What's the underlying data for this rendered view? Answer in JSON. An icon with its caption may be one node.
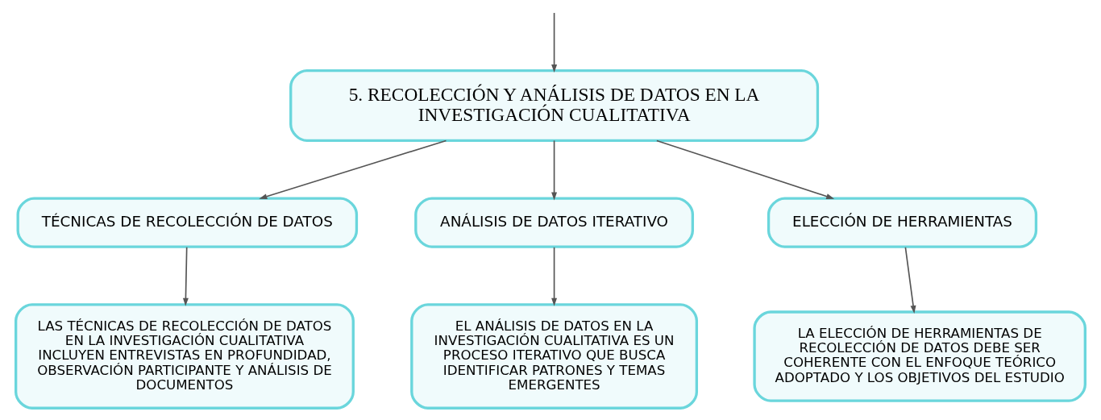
{
  "diagram": {
    "nodes": [
      {
        "text": [
          "5. RECOLECCIÓN Y ANÁLISIS DE DATOS EN LA INVESTIGACIÓN CUALITATIVA"
        ]
      },
      {
        "text": [
          "TÉCNICAS DE RECOLECCIÓN DE DATOS"
        ]
      },
      {
        "text": [
          "ANÁLISIS DE DATOS ITERATIVO"
        ]
      },
      {
        "text": [
          "ELECCIÓN DE HERRAMIENTAS"
        ]
      },
      {
        "text": [
          "LAS TÉCNICAS DE RECOLECCIÓN DE DATOS EN LA INVESTIGACIÓN CUALITATIVA INCLUYEN ENTREVISTAS EN PROFUNDIDAD, OBSERVACIÓN PARTICIPANTE Y ANÁLISIS DE DOCUMENTOS"
        ]
      },
      {
        "text": [
          "EL ANÁLISIS DE DATOS EN LA INVESTIGACIÓN CUALITATIVA ES UN PROCESO ITERATIVO QUE BUSCA IDENTIFICAR PATRONES Y TEMAS EMERGENTES"
        ]
      },
      {
        "text": [
          "LA ELECCIÓN DE HERRAMIENTAS DE RECOLECCIÓN DE DATOS DEBE SER COHERENTE CON EL ENFOQUE TEÓRICO ADOPTADO Y LOS OBJETIVOS DEL ESTUDIO"
        ]
      }
    ],
    "edges": [
      {
        "from": null,
        "to": 0,
        "arrow": "to"
      },
      {
        "from": 0,
        "to": 1,
        "arrow": "to"
      },
      {
        "from": 0,
        "to": 2,
        "arrow": "to"
      },
      {
        "from": 0,
        "to": 3,
        "arrow": "to"
      },
      {
        "from": 1,
        "to": 4,
        "arrow": "to"
      },
      {
        "from": 2,
        "to": 5,
        "arrow": "to"
      },
      {
        "from": 3,
        "to": 6,
        "arrow": "to"
      }
    ]
  }
}
